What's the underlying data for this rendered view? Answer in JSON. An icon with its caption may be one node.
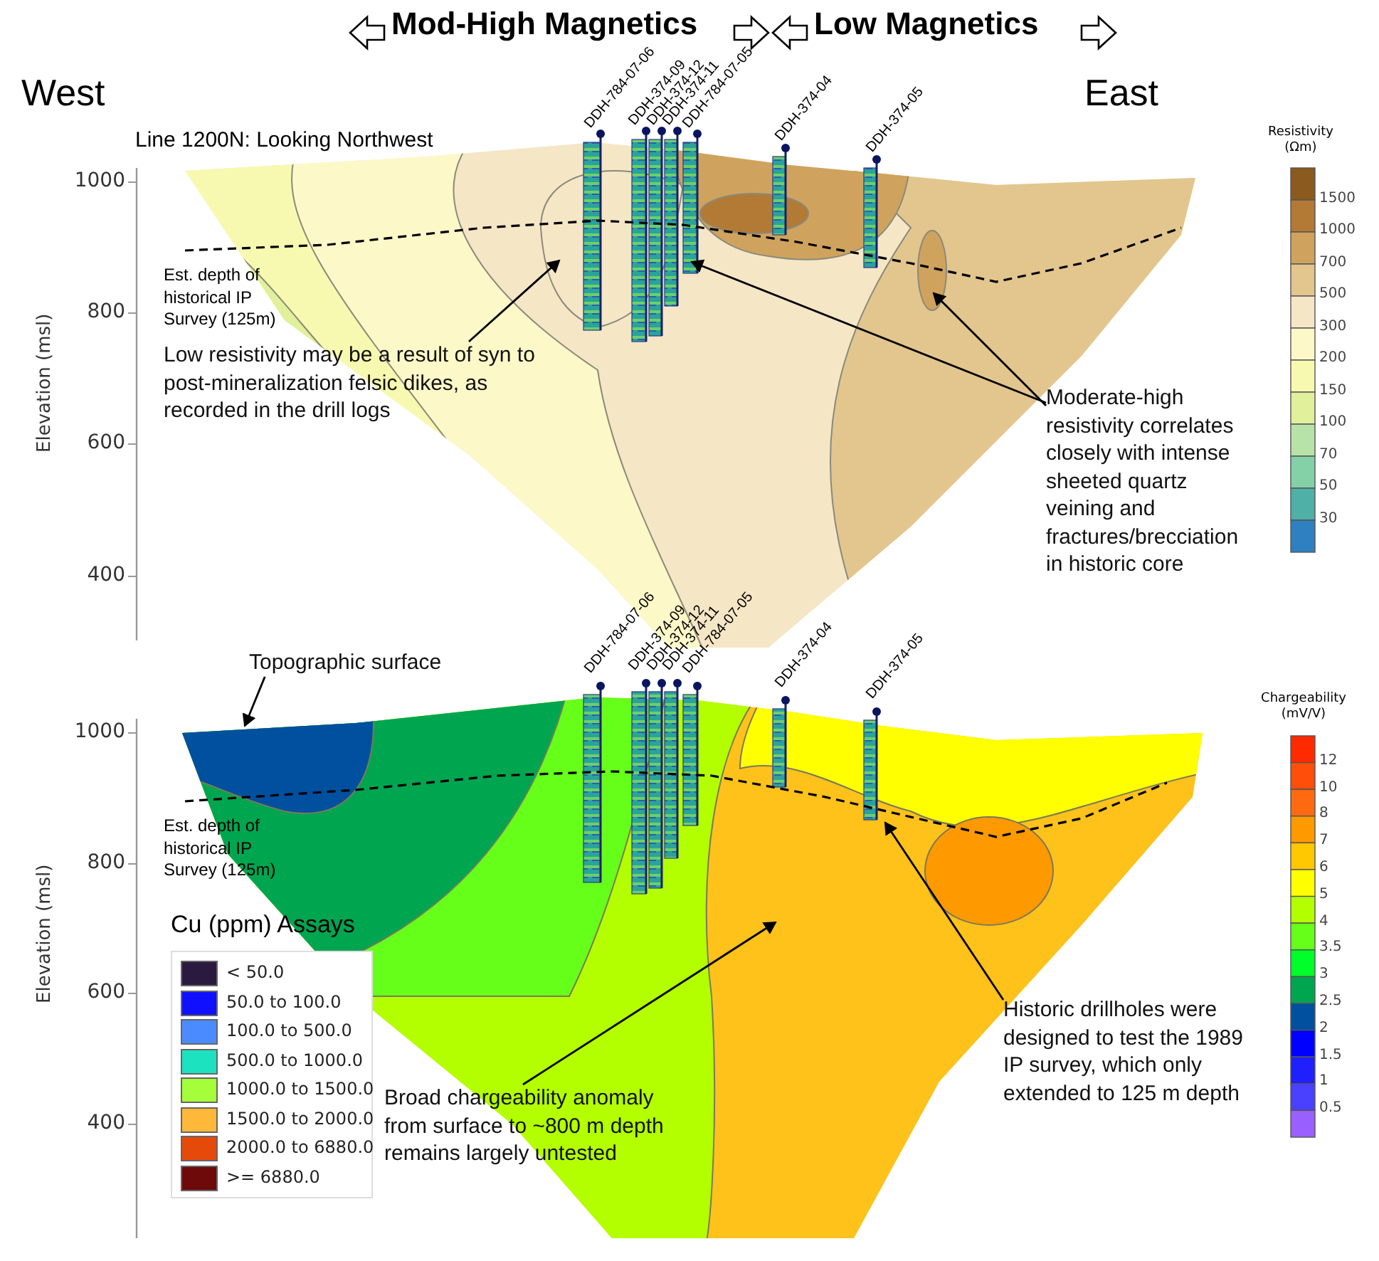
{
  "diagram": {
    "nodes": [
      {
        "text": [
          "Low resistivity may be a result of syn to post-mineralization felsic dikes, as recorded in the drill logs"
        ]
      },
      {
        "text": [
          "Moderate-high resistivity correlates closely with intense sheeted quartz veining and fractures/brecciation in historic core"
        ]
      },
      {
        "text": [
          "Topographic surface"
        ]
      },
      {
        "text": [],
        "shape": "picture"
      },
      {
        "text": [
          "Broad chargeability anomaly from surface to ~800 m depth remains largely untested"
        ],
        "in": 3
      },
      {
        "text": [
          "Historic drillholes were designed to test the 1989 IP survey, which only extended to 125 m depth"
        ]
      }
    ],
    "edges": [
      {
        "from": 0,
        "to": null,
        "arrow": "to"
      },
      {
        "from": 1,
        "to": null,
        "arrow": "to"
      },
      {
        "from": 1,
        "to": null,
        "arrow": "to"
      },
      {
        "from": 2,
        "to": 3,
        "arrow": "to"
      },
      {
        "from": 4,
        "to": 3,
        "arrow": "to"
      },
      {
        "from": 5,
        "to": 3,
        "arrow": "to"
      }
    ],
    "labels": [
      "Mod-High Magnetics",
      "Low Magnetics",
      "West",
      "East",
      "DDH-784-07-06",
      "DDH-374-09",
      "DDH-374-12",
      "DDH-374-11",
      "DDH-784-07-05",
      "DDH-374-04",
      "DDH-374-05",
      "Line 1200N: Looking Northwest",
      "Resistivity (Ωm)",
      "1500",
      "1000",
      "700",
      "500",
      "300",
      "200",
      "150",
      "100",
      "70",
      "50",
      "30",
      "1000",
      "Est. depth of historical IP Survey (125m)",
      "800",
      "Elevation (msl)",
      "600",
      "400",
      "DDH-784-07-06",
      "DDH-374-09",
      "DDH-374-12",
      "DDH-784-07-05",
      "DDH-374-11",
      "DDH-374-04",
      "DDH-374-05",
      "Chargeability (mV/V)",
      "12",
      "10",
      "8",
      "7",
      "6",
      "5",
      "4",
      "3.5",
      "3",
      "2.5",
      "2",
      "1.5",
      "1",
      "0.5",
      "1000",
      "Est. depth of historical IP Survey (125m)",
      "800",
      "Elevation (msl)",
      "600",
      "400",
      "Cu (ppm) Assays"
    ],
    "legend": [
      {
        "text": "< 50.0",
        "color": "#2b1a3f"
      },
      {
        "text": "50.0 to 100.0",
        "color": "#1010ff"
      },
      {
        "text": "100.0 to 500.0",
        "color": "#4a8cff"
      },
      {
        "text": "500.0 to 1000.0",
        "color": "#1de2bf"
      },
      {
        "text": "1000.0 to 1500.0",
        "color": "#a4ff3a"
      },
      {
        "text": "1500.0 to 2000.0",
        "color": "#ffb83a"
      },
      {
        "text": "2000.0 to 6880.0",
        "color": "#e64a0a"
      },
      {
        "text": ">= 6880.0",
        "color": "#6e0a0a"
      }
    ]
  }
}
